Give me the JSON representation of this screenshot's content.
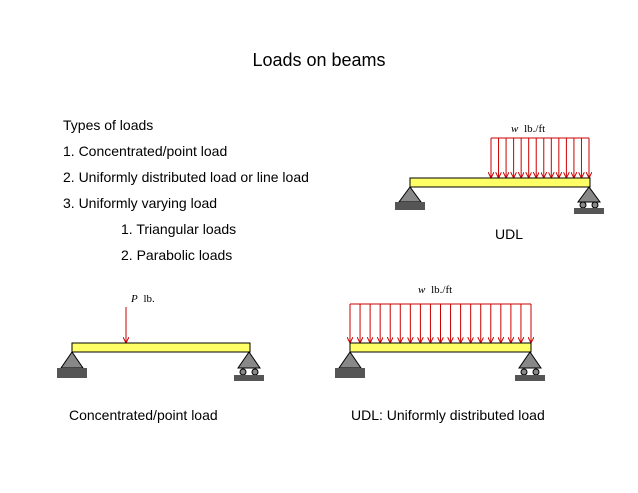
{
  "title": "Loads on beams",
  "list": {
    "heading": "Types of loads",
    "items": [
      "1.  Concentrated/point load",
      "2.  Uniformly distributed load or line load",
      "3.  Uniformly varying load"
    ],
    "subitems": [
      "1.  Triangular loads",
      "2.  Parabolic loads"
    ]
  },
  "diagrams": {
    "udl_top": {
      "load_symbol": "w",
      "load_unit": "lb./ft",
      "caption": "UDL"
    },
    "point": {
      "load_symbol": "P",
      "load_unit": "lb.",
      "caption": "Concentrated/point load"
    },
    "udl_bottom": {
      "load_symbol": "w",
      "load_unit": "lb./ft",
      "caption": "UDL: Uniformly distributed load"
    }
  },
  "colors": {
    "beam_fill": "#ffff66",
    "load_arrow": "#cc0000",
    "support_fill": "#888888",
    "ground_fill": "#555555"
  }
}
